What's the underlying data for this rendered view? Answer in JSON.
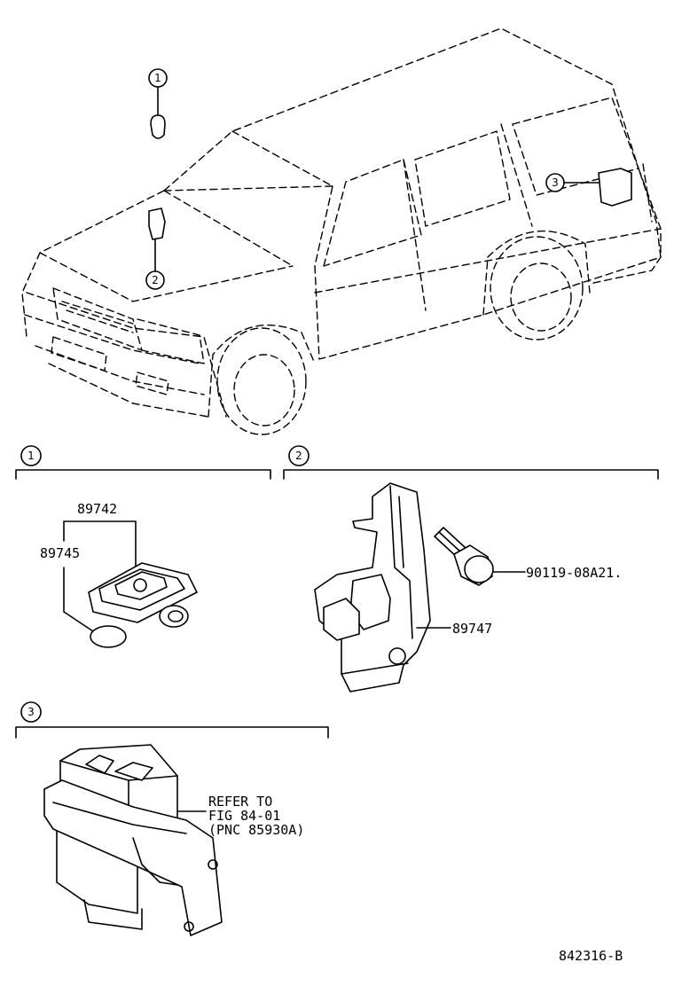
{
  "callouts": {
    "c1": "1",
    "c2": "2",
    "c3": "3"
  },
  "sections": {
    "s1": "1",
    "s2": "2",
    "s3": "3"
  },
  "parts": {
    "p89742": "89742",
    "p89745": "89745",
    "p89747": "89747",
    "bolt": "90119-08A21.",
    "refer_line1": "REFER TO",
    "refer_line2": "FIG 84-01",
    "refer_line3": "(PNC 85930A)"
  },
  "figure_id": "842316-B"
}
